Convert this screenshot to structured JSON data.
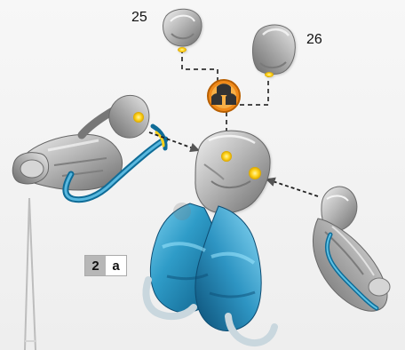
{
  "labels": {
    "part_25": "25",
    "part_26": "26",
    "step_number": "2",
    "step_substep": "a"
  },
  "colors": {
    "metal_light": "#d8d8d8",
    "metal_mid": "#a6a6a6",
    "metal_dark": "#6f6f6f",
    "blue_light": "#5bb6d8",
    "blue_mid": "#1f86b5",
    "blue_dark": "#0d5d86",
    "accent_yellow": "#ffd21a",
    "accent_orange": "#f08a1a",
    "arrow_gray": "#555555"
  },
  "icons": {
    "center_badge": "three-part-assembly-badge-icon",
    "arrows": "dashed-direction-arrow-icon"
  }
}
